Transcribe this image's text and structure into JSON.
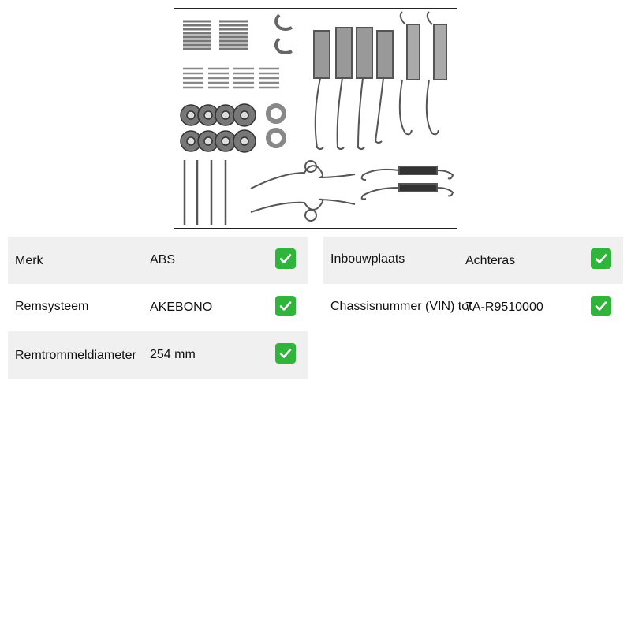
{
  "specs": [
    {
      "label": "Merk",
      "value": "ABS",
      "check_icon": "check-mark-button-icon",
      "check_color": "#31b43b"
    },
    {
      "label": "Inbouwplaats",
      "value": "Achteras",
      "check_icon": "check-mark-button-icon",
      "check_color": "#31b43b"
    },
    {
      "label": "Remsysteem",
      "value": "AKEBONO",
      "check_icon": "check-mark-button-icon",
      "check_color": "#31b43b"
    },
    {
      "label": "Chassisnummer (VIN) tot",
      "value": "7A-R9510000",
      "check_icon": "check-mark-button-icon",
      "check_color": "#31b43b"
    },
    {
      "label": "Remtrommeldiameter",
      "value": "254 mm",
      "check_icon": "check-mark-button-icon",
      "check_color": "#31b43b"
    }
  ]
}
